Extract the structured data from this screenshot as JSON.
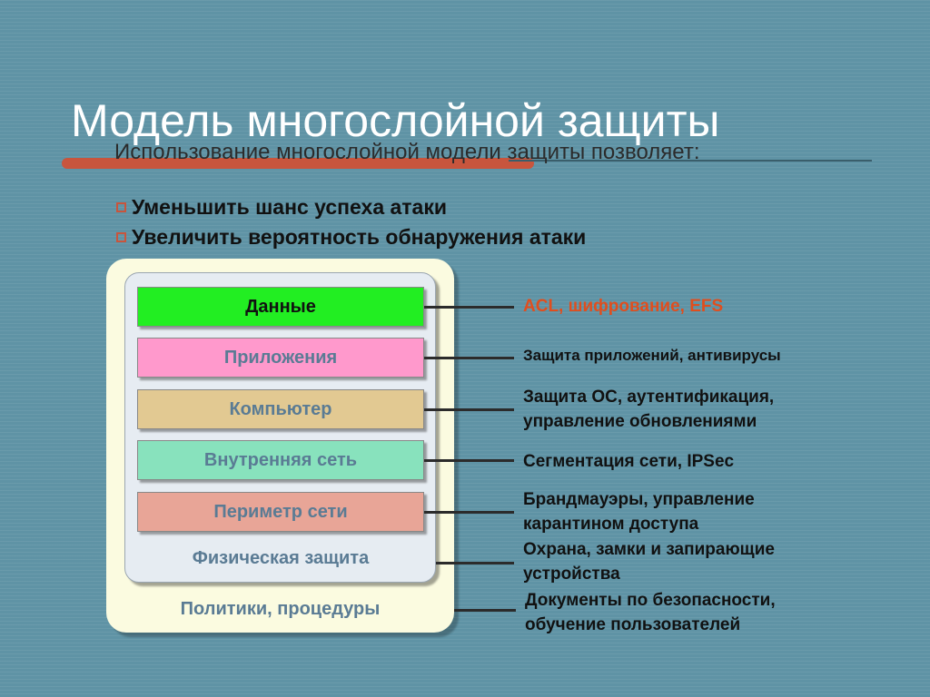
{
  "title": "Модель многослойной защиты",
  "intro": "Использование многослойной модели защиты позволяет:",
  "bullets": [
    "Уменьшить шанс успеха атаки",
    "Увеличить вероятность обнаружения атаки"
  ],
  "layers": {
    "data": "Данные",
    "apps": "Приложения",
    "computer": "Компьютер",
    "internal": "Внутренняя сеть",
    "perimeter": "Периметр сети",
    "physical": "Физическая защита",
    "policies": "Политики, процедуры"
  },
  "descriptions": {
    "data": "ACL, шифрование, EFS",
    "apps": "Защита приложений, антивирусы",
    "computer_1": "Защита ОС, аутентификация,",
    "computer_2": "управление обновлениями",
    "internal": "Сегментация сети, IPSec",
    "perimeter_1": "Брандмауэры, управление",
    "perimeter_2": "карантином доступа",
    "physical_1": "Охрана, замки и запирающие",
    "physical_2": "устройства",
    "policies_1": "Документы по безопасности,",
    "policies_2": "обучение пользователей"
  },
  "colors": {
    "background": "#5f93a5",
    "accent": "#c8553d",
    "data": "#22ee22",
    "apps": "#ff99cc",
    "computer": "#e2c992",
    "internal": "#88e2bd",
    "perimeter": "#e8a597",
    "outer": "#fbfbe0",
    "inner": "#e6ecf2"
  }
}
